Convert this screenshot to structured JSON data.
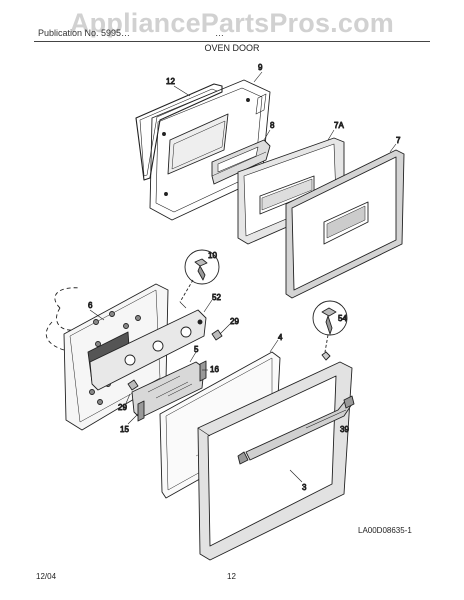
{
  "watermark": "AppliancePartsPros.com",
  "header": {
    "left_text": "Publication No. 5995…",
    "right_text": "…",
    "section_title": "OVEN DOOR"
  },
  "callouts": [
    "12",
    "9",
    "8",
    "7A",
    "7",
    "10",
    "6",
    "52",
    "29",
    "54",
    "4",
    "5",
    "16",
    "29",
    "15",
    "39",
    "3"
  ],
  "diagram_id": "LA00D08635-1",
  "footer": {
    "date": "12/04",
    "page": "12"
  },
  "colors": {
    "line": "#222222",
    "shade": "#cccccc",
    "dark_shade": "#888888",
    "watermark": "#c9c9c9"
  }
}
